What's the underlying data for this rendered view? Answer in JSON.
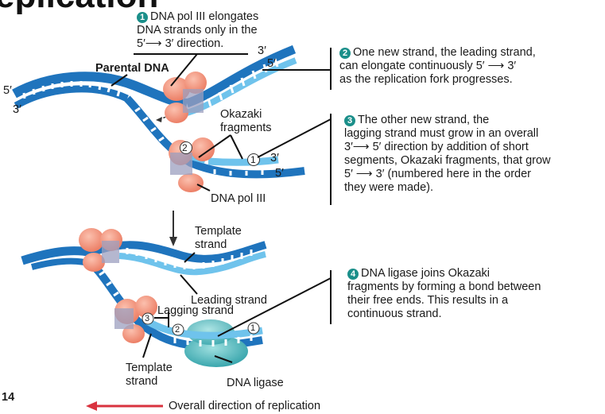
{
  "title": "eplication",
  "page_number": "14",
  "callouts": [
    {
      "number": "1",
      "lines": [
        "DNA pol III elongates",
        "DNA strands only in the",
        "5′⟶  3′ direction."
      ]
    },
    {
      "number": "2",
      "lines": [
        "One new strand, the leading strand,",
        "can elongate continuously  5′ ⟶ 3′",
        "as the replication fork progresses."
      ]
    },
    {
      "number": "3",
      "lines": [
        "The other new strand, the",
        "lagging strand must grow in an overall",
        "3′⟶  5′ direction by addition of short",
        "segments, Okazaki fragments, that grow",
        "5′ ⟶ 3′ (numbered here in the order",
        "they were made)."
      ]
    },
    {
      "number": "4",
      "lines": [
        "DNA ligase joins Okazaki",
        "fragments by forming a bond between",
        "their free ends. This results in a",
        "continuous strand."
      ]
    }
  ],
  "labels": {
    "parental_dna": "Parental DNA",
    "okazaki_fragments": [
      "Okazaki",
      "fragments"
    ],
    "dna_pol_iii": "DNA pol III",
    "template_strand_top": [
      "Template",
      "strand"
    ],
    "leading_strand": "Leading strand",
    "lagging_strand": "Lagging strand",
    "template_strand_bottom": [
      "Template",
      "strand"
    ],
    "dna_ligase": "DNA ligase",
    "overall_direction": "Overall direction of replication"
  },
  "end_labels": {
    "left_5": "5′",
    "left_3": "3′",
    "top_right_3": "3′",
    "top_right_5": "5′",
    "lag_3": "3′",
    "lag_5": "5′"
  },
  "fragment_numbers": {
    "top_frag_1": "1",
    "top_frag_2": "2",
    "bottom_frag_1": "1",
    "bottom_frag_2": "2",
    "bottom_frag_3": "3"
  },
  "colors": {
    "template_blue": "#1f74bd",
    "new_strand_light_blue": "#6fc3ec",
    "polymerase_salmon": "#f0907a",
    "ligase_teal": "#5fbcc0",
    "direction_arrow_red": "#d9333f",
    "callout_number_teal": "#1b8f8a"
  }
}
